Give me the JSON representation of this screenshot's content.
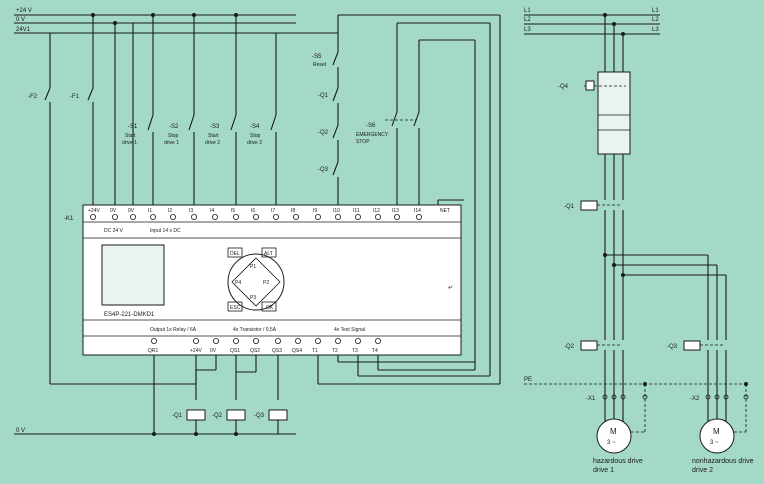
{
  "supply": {
    "p24": "+24 V",
    "zero": "0 V",
    "p24i": "24V1",
    "bottom_zero": "0 V",
    "L1": "L1",
    "L2": "L2",
    "L3": "L3",
    "PE": "PE"
  },
  "fuses": {
    "f2": "-F2",
    "f1": "-F1"
  },
  "buttons": [
    {
      "tag": "-S1",
      "line1": "Start",
      "line2": "drive 1"
    },
    {
      "tag": "-S2",
      "line1": "Stop",
      "line2": "drive 1"
    },
    {
      "tag": "-S3",
      "line1": "Start",
      "line2": "drive 2"
    },
    {
      "tag": "-S4",
      "line1": "Stop",
      "line2": "drive 2"
    }
  ],
  "reset": {
    "tag": "-S5",
    "label": "Reset"
  },
  "feedback": {
    "q1": "-Q1",
    "q2": "-Q2",
    "q3": "-Q3"
  },
  "estop": {
    "tag": "-S6",
    "line1": "EMERGENCY",
    "line2": "STOP"
  },
  "relay": {
    "tag": "-K1",
    "model": "ES4P-221-DMKD1",
    "top_terminals": [
      "+24V",
      "0V",
      "0V",
      "I1",
      "I2",
      "I3",
      "I4",
      "I5",
      "I6",
      "I7",
      "I8",
      "I9",
      "I10",
      "I11",
      "I12",
      "I13",
      "I14",
      "NET"
    ],
    "supply_caption": "DC 24 V",
    "input_caption": "Input 14 x DC",
    "out_relay_caption": "Output 1x Relay / 6A",
    "out_tr_caption": "4x Transistor / 0,5A",
    "test_caption": "4x Test Signal",
    "bottom_terminals": [
      "QR1",
      "+24V",
      "0V",
      "QS1",
      "QS2",
      "QS3",
      "QS4",
      "T1",
      "T2",
      "T3",
      "T4"
    ],
    "keys": {
      "del": "DEL",
      "alt": "ALT",
      "esc": "ESC",
      "ok": "OK",
      "p1": "P1",
      "p2": "P2",
      "p3": "P3",
      "p4": "P4"
    }
  },
  "outputs": {
    "q1": "-Q1",
    "q2": "-Q2",
    "q3": "-Q3"
  },
  "motor_circuit": {
    "q4": "-Q4",
    "q1": "-Q1",
    "q2": "-Q2",
    "q3": "-Q3",
    "x1": "-X1",
    "x2": "-X2"
  },
  "motors": [
    {
      "symbol": "M",
      "phase": "3 ~",
      "caption1": "hazardous drive",
      "caption2": "drive 1"
    },
    {
      "symbol": "M",
      "phase": "3 ~",
      "caption1": "nonhazardous drive",
      "caption2": "drive 2"
    }
  ]
}
